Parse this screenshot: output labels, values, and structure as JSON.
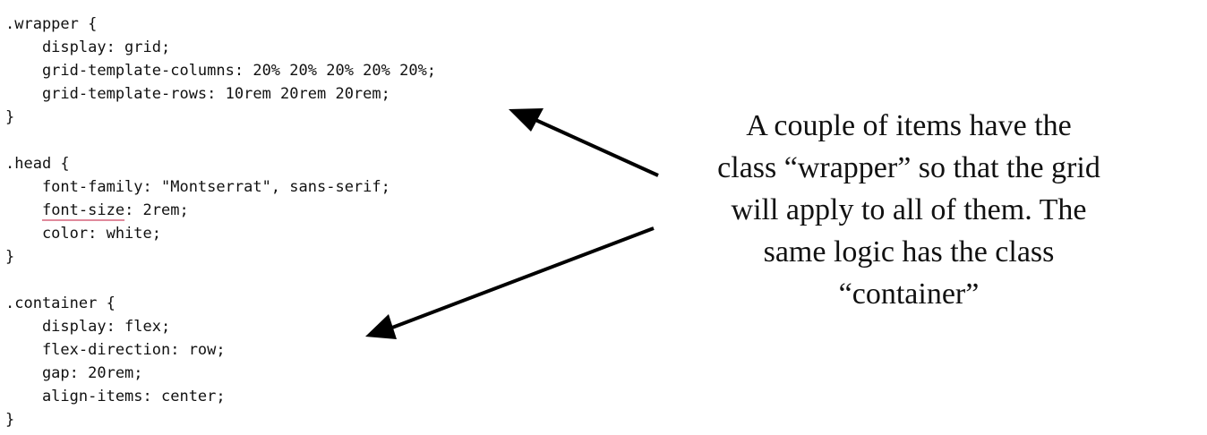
{
  "code_lines": [
    ".wrapper {",
    "    display: grid;",
    "    grid-template-columns: 20% 20% 20% 20% 20%;",
    "    grid-template-rows: 10rem 20rem 20rem;",
    "}",
    "",
    ".head {",
    "    font-family: \"Montserrat\", sans-serif;",
    "    font-size: 2rem;",
    "    color: white;",
    "}",
    "",
    ".container {",
    "    display: flex;",
    "    flex-direction: row;",
    "    gap: 20rem;",
    "    align-items: center;",
    "}"
  ],
  "spell_flag": {
    "indent": "    ",
    "word": "font-size",
    "rest": ": 2rem;"
  },
  "annotation": {
    "lines": [
      "A couple of items have the",
      "class “wrapper” so that the grid",
      "will apply to all of them. The",
      "same logic has the class",
      "“container”"
    ]
  },
  "colors": {
    "text": "#111111",
    "spellcheck_underline": "#e08a9c",
    "arrow": "#000000"
  }
}
